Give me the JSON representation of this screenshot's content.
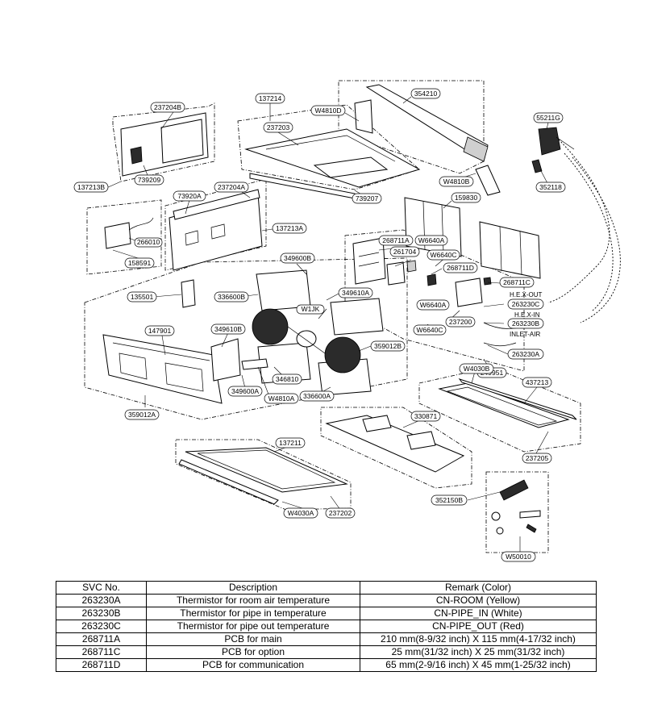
{
  "labels": {
    "l237204B": "237204B",
    "l137214": "137214",
    "l354210": "354210",
    "lW4810D": "W4810D",
    "l237203": "237203",
    "l55211G": "55211G",
    "l137213B": "137213B",
    "l739209": "739209",
    "l739207": "739207",
    "lW4810B": "W4810B",
    "l352118": "352118",
    "l73920A": "73920A",
    "l237204A": "237204A",
    "l159830": "159830",
    "l137213A": "137213A",
    "l266010": "266010",
    "l158591": "158591",
    "l268711A": "268711A",
    "lW6640A_1": "W6640A",
    "l261704": "261704",
    "lW6640C_1": "W6640C",
    "l349600B": "349600B",
    "l268711D": "268711D",
    "l349610A": "349610A",
    "l268711C": "268711C",
    "l135501": "135501",
    "l336600B": "336600B",
    "lW1JK": "W1JK",
    "lW6640A_2": "W6640A",
    "l263230C": "263230C",
    "l263230B": "263230B",
    "lW6640C_2": "W6640C",
    "l237200": "237200",
    "l147901": "147901",
    "l349610B": "349610B",
    "l359012B": "359012B",
    "l263230A": "263230A",
    "l249951": "249951",
    "lW4030B": "W4030B",
    "l437213": "437213",
    "l346810": "346810",
    "l349600A": "349600A",
    "lW4810A": "W4810A",
    "l336600A": "336600A",
    "l359012A": "359012A",
    "l330871": "330871",
    "l237205": "237205",
    "l137211": "137211",
    "l352150B": "352150B",
    "lW4030A": "W4030A",
    "l237202": "237202",
    "lW50010": "W50010"
  },
  "signals": {
    "hex_out": "H.E.X-OUT",
    "hex_in": "H.E.X-IN",
    "inlet_air": "INLET-AIR"
  },
  "table": {
    "headers": [
      "SVC No.",
      "Description",
      "Remark (Color)"
    ],
    "rows": [
      [
        "263230A",
        "Thermistor for room air temperature",
        "CN-ROOM (Yellow)"
      ],
      [
        "263230B",
        "Thermistor for pipe in temperature",
        "CN-PIPE_IN (White)"
      ],
      [
        "263230C",
        "Thermistor for pipe out temperature",
        "CN-PIPE_OUT (Red)"
      ],
      [
        "268711A",
        "PCB for main",
        "210 mm(8-9/32 inch) X 115 mm(4-17/32 inch)"
      ],
      [
        "268711C",
        "PCB for option",
        "25 mm(31/32 inch) X 25 mm(31/32 inch)"
      ],
      [
        "268711D",
        "PCB for communication",
        "65 mm(2-9/16 inch) X 45 mm(1-25/32 inch)"
      ]
    ]
  }
}
